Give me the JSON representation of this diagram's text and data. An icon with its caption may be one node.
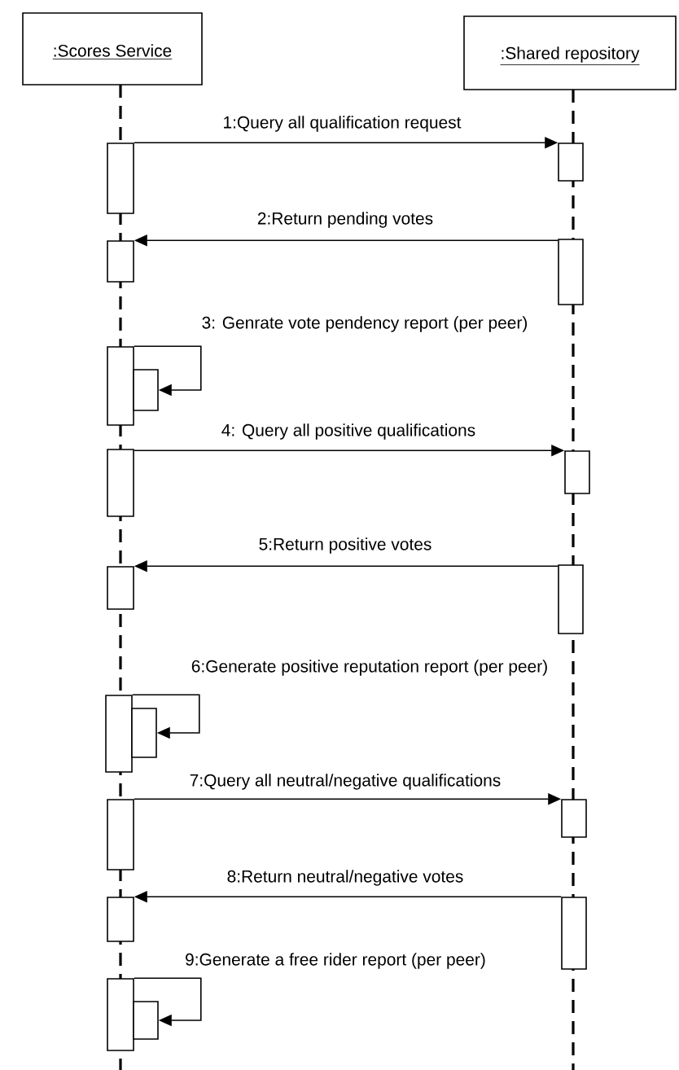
{
  "diagram": {
    "nodes": [
      {
        "text": [
          ":Scores Service"
        ]
      },
      {
        "text": [
          ":Shared repository"
        ]
      },
      {
        "text": [],
        "shape": "bar"
      },
      {
        "text": [],
        "shape": "bar"
      },
      {
        "text": [],
        "shape": "bar"
      },
      {
        "text": [],
        "shape": "bar"
      },
      {
        "text": [],
        "shape": "bar"
      },
      {
        "text": [],
        "shape": "bar"
      },
      {
        "text": [],
        "shape": "bar"
      },
      {
        "text": [],
        "shape": "bar"
      },
      {
        "text": [],
        "shape": "bar"
      },
      {
        "text": [],
        "shape": "bar"
      },
      {
        "text": [],
        "shape": "bar"
      },
      {
        "text": [],
        "shape": "bar"
      },
      {
        "text": [],
        "shape": "bar"
      },
      {
        "text": [],
        "shape": "bar"
      },
      {
        "text": [],
        "shape": "bar"
      },
      {
        "text": [],
        "shape": "bar"
      },
      {
        "text": [],
        "shape": "bar"
      },
      {
        "text": [],
        "shape": "bar"
      }
    ],
    "edges": [
      {
        "from": 2,
        "to": 3,
        "arrow": "to",
        "label": "1:Query all qualification request"
      },
      {
        "from": 5,
        "to": 4,
        "arrow": "to",
        "label": "2:Return pending votes"
      },
      {
        "from": 6,
        "to": 7,
        "arrow": "to",
        "label": "3: Genrate vote pendency report (per peer)"
      },
      {
        "from": 8,
        "to": 9,
        "arrow": "to",
        "label": "4: Query all positive qualifications"
      },
      {
        "from": 11,
        "to": 10,
        "arrow": "to",
        "label": "5:Return positive votes"
      },
      {
        "from": 12,
        "to": 13,
        "arrow": "to",
        "label": "6:Generate positive reputation report (per peer)"
      },
      {
        "from": 14,
        "to": 15,
        "arrow": "to",
        "label": "7:Query all neutral/negative qualifications"
      },
      {
        "from": 17,
        "to": 16,
        "arrow": "to",
        "label": "8:Return neutral/negative votes"
      },
      {
        "from": 18,
        "to": 19,
        "arrow": "to",
        "label": "9:Generate a free rider report (per peer)"
      }
    ]
  }
}
